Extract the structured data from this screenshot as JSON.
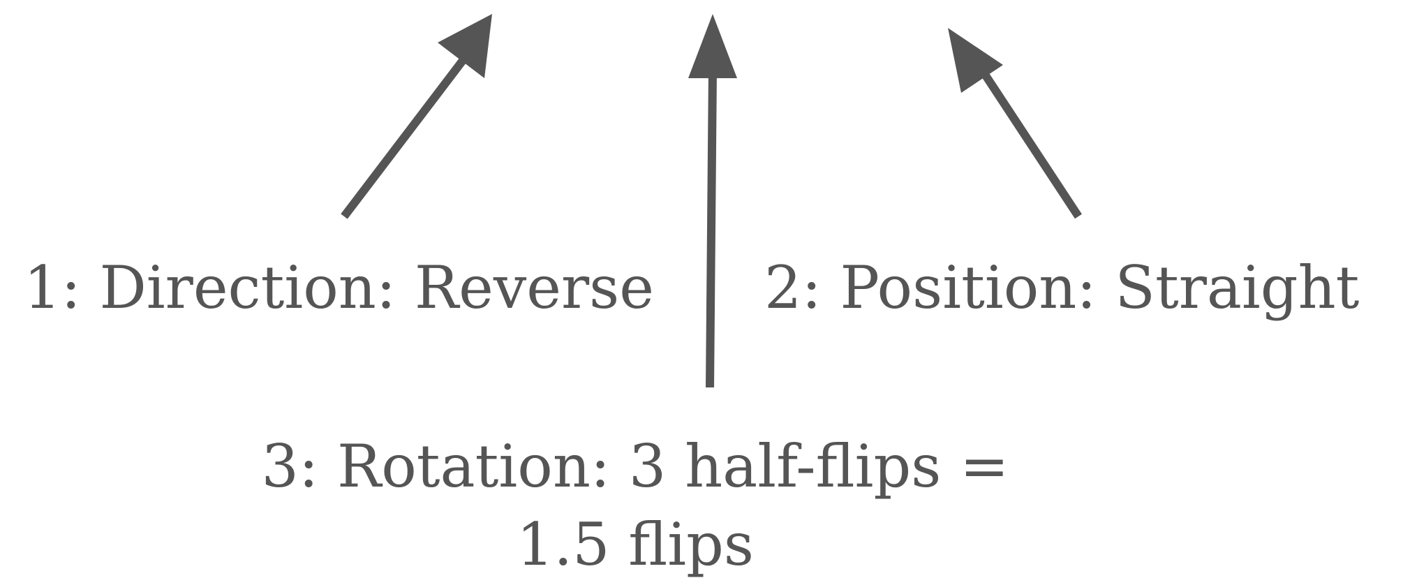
{
  "colors": {
    "ink": "#555555",
    "background": "#ffffff"
  },
  "labels": {
    "direction": "1: Direction: Reverse",
    "position": "2: Position: Straight",
    "rotation_line1": "3: Rotation: 3 half-flips =",
    "rotation_line2": "1.5 flips"
  },
  "arrows": [
    {
      "name": "direction-arrow",
      "direction": "up-right"
    },
    {
      "name": "rotation-arrow",
      "direction": "up"
    },
    {
      "name": "position-arrow",
      "direction": "up-left"
    }
  ]
}
